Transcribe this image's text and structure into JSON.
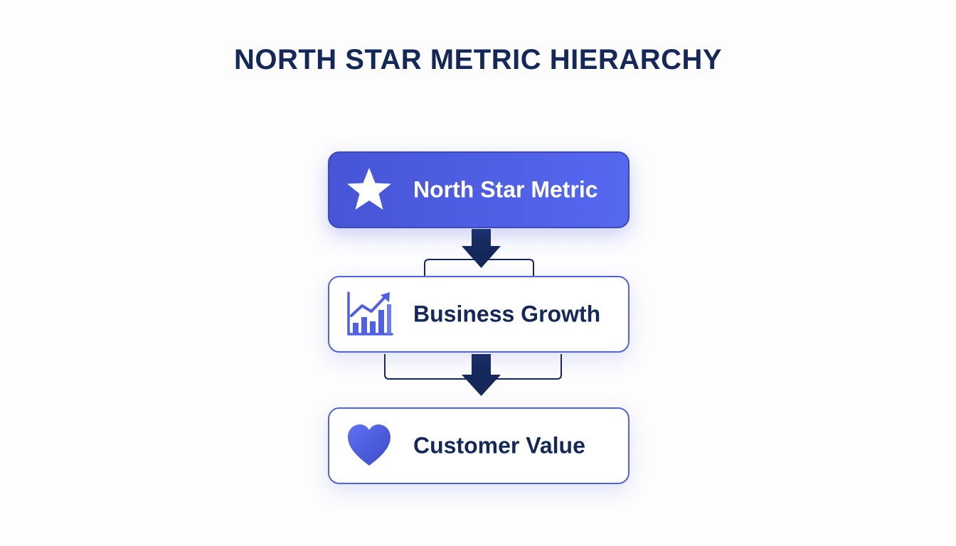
{
  "title": "NORTH STAR METRIC HIERARCHY",
  "nodes": [
    {
      "label": "North Star Metric",
      "icon": "star-icon"
    },
    {
      "label": "Business Growth",
      "icon": "growth-chart-icon"
    },
    {
      "label": "Customer Value",
      "icon": "heart-icon"
    }
  ],
  "colors": {
    "title": "#14295a",
    "primary": "#4f5fe6",
    "arrow": "#14295a",
    "border": "#5163e0"
  }
}
